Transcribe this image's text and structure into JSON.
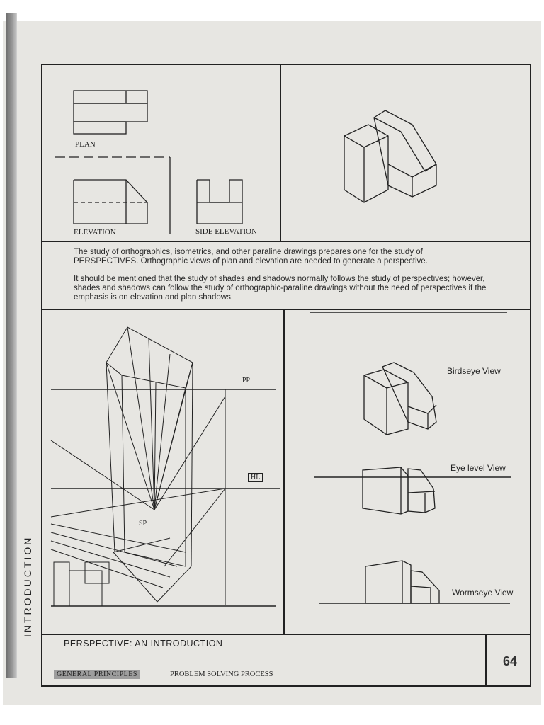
{
  "side_tab": "INTRODUCTION",
  "top_left": {
    "plan_label": "PLAN",
    "elevation_label": "ELEVATION",
    "side_elevation_label": "SIDE ELEVATION"
  },
  "text": {
    "paragraph_1": "The study of orthographics, isometrics, and other paraline drawings prepares one for the study of PERSPECTIVES. Orthographic views of plan and elevation are needed to generate a perspective.",
    "paragraph_2": "It should be mentioned that the study of shades and shadows normally follows the study of perspectives; however, shades and shadows can follow the study of orthographic-paraline drawings without the need of perspectives if the emphasis is on elevation and plan shadows."
  },
  "perspective_construction": {
    "pp_label": "PP",
    "hl_label": "HL",
    "sp_label": "SP"
  },
  "views": {
    "birdseye": "Birdseye View",
    "eye_level": "Eye level View",
    "wormseye": "Wormseye View"
  },
  "footer": {
    "title": "PERSPECTIVE: AN INTRODUCTION",
    "page_number": "64",
    "tag_general": "GENERAL PRINCIPLES",
    "tag_process": "PROBLEM SOLVING PROCESS"
  }
}
